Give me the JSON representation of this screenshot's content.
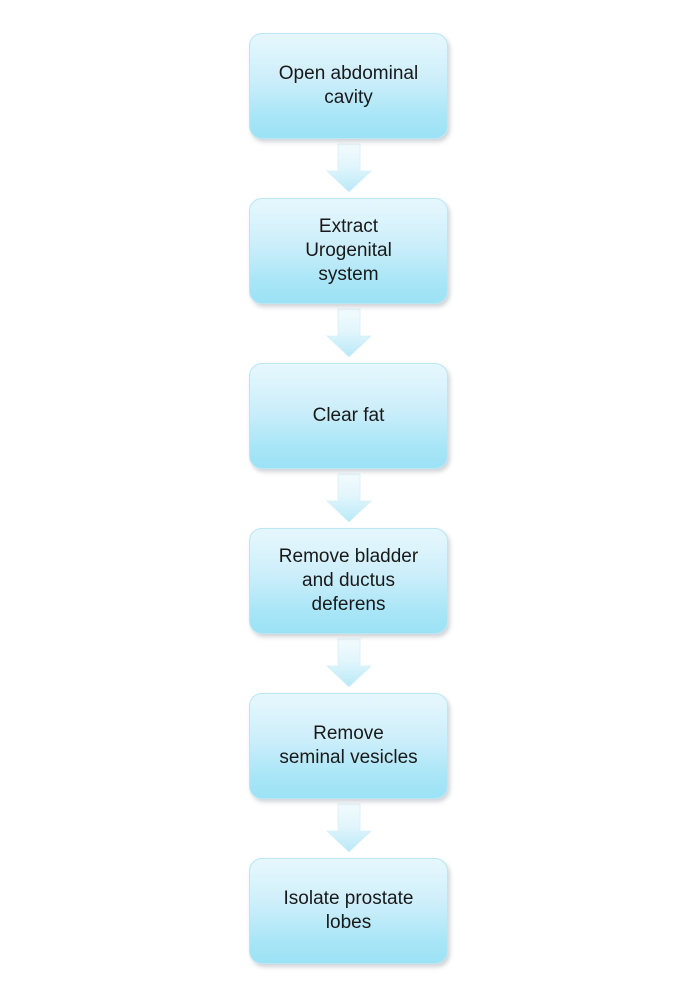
{
  "diagram": {
    "type": "vertical-flowchart",
    "orientation": "top-to-bottom",
    "colors": {
      "box_gradient_top": "#E6F7FD",
      "box_gradient_bottom": "#9CE2F5",
      "box_border": "#B9E7F4",
      "arrow_gradient_top": "#EFFAFD",
      "arrow_gradient_bottom": "#B8E9F7",
      "text": "#191919",
      "background": "#FFFFFF"
    },
    "nodes": [
      {
        "id": "step-1",
        "label": "Open abdominal\ncavity"
      },
      {
        "id": "step-2",
        "label": "Extract\nUrogenital\nsystem"
      },
      {
        "id": "step-3",
        "label": "Clear fat"
      },
      {
        "id": "step-4",
        "label": "Remove bladder\nand ductus\ndeferens"
      },
      {
        "id": "step-5",
        "label": "Remove\nseminal vesicles"
      },
      {
        "id": "step-6",
        "label": "Isolate  prostate\nlobes"
      }
    ],
    "connectors": [
      {
        "id": "arrow-1",
        "icon": "arrow-down-icon",
        "from": "step-1",
        "to": "step-2"
      },
      {
        "id": "arrow-2",
        "icon": "arrow-down-icon",
        "from": "step-2",
        "to": "step-3"
      },
      {
        "id": "arrow-3",
        "icon": "arrow-down-icon",
        "from": "step-3",
        "to": "step-4"
      },
      {
        "id": "arrow-4",
        "icon": "arrow-down-icon",
        "from": "step-4",
        "to": "step-5"
      },
      {
        "id": "arrow-5",
        "icon": "arrow-down-icon",
        "from": "step-5",
        "to": "step-6"
      }
    ]
  }
}
